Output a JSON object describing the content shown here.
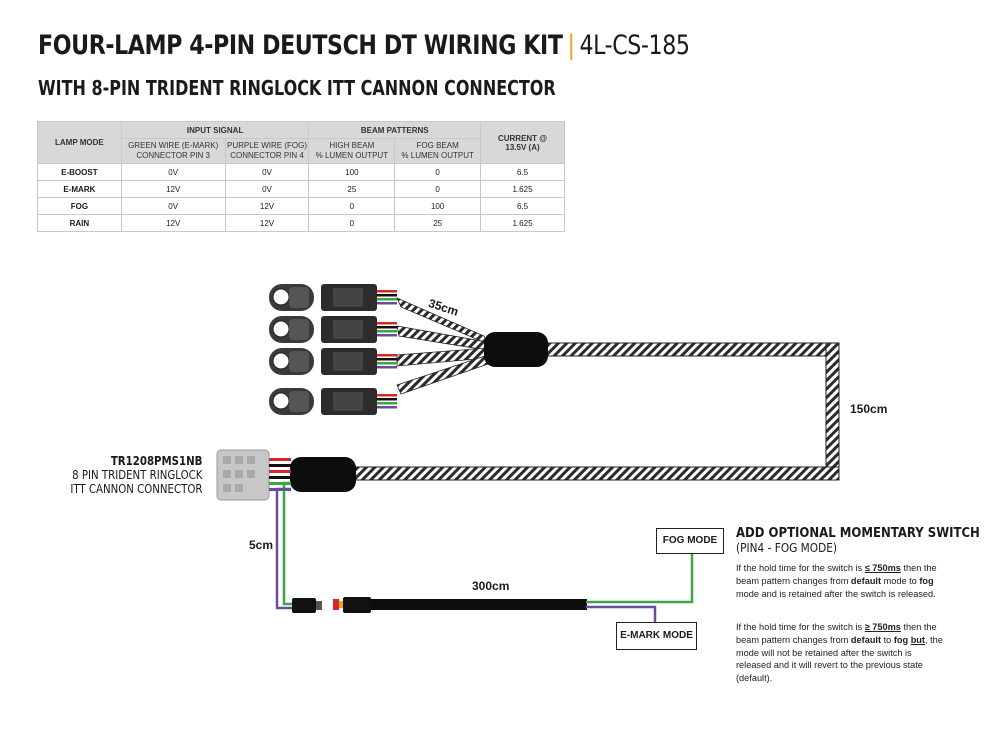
{
  "header": {
    "title_main": "FOUR-LAMP 4-PIN DEUTSCH DT WIRING KIT",
    "title_sep": "|",
    "title_code": "4L-CS-185",
    "subtitle": "WITH 8-PIN TRIDENT RINGLOCK ITT CANNON CONNECTOR"
  },
  "table": {
    "group_headers": [
      "LAMP MODE",
      "INPUT SIGNAL",
      "BEAM PATTERNS",
      "CURRENT @ 13.5V (A)"
    ],
    "sub_headers": {
      "green": [
        "GREEN WIRE (E-MARK)",
        "CONNECTOR PIN 3"
      ],
      "purple": [
        "PURPLE WIRE (FOG)",
        "CONNECTOR PIN 4"
      ],
      "high": [
        "HIGH BEAM",
        "% LUMEN OUTPUT"
      ],
      "fog": [
        "FOG BEAM",
        "% LUMEN OUTPUT"
      ]
    },
    "rows": [
      {
        "mode": "E-BOOST",
        "green": "0V",
        "purple": "0V",
        "high": "100",
        "fog": "0",
        "current": "6.5"
      },
      {
        "mode": "E-MARK",
        "green": "12V",
        "purple": "0V",
        "high": "25",
        "fog": "0",
        "current": "1.625"
      },
      {
        "mode": "FOG",
        "green": "0V",
        "purple": "12V",
        "high": "0",
        "fog": "100",
        "current": "6.5"
      },
      {
        "mode": "RAIN",
        "green": "12V",
        "purple": "12V",
        "high": "0",
        "fog": "25",
        "current": "1.625"
      }
    ]
  },
  "diagram": {
    "len_lamp_leads": "35cm",
    "len_main": "150cm",
    "len_tail": "5cm",
    "len_switch": "300cm",
    "connector_part": "TR1208PMS1NB",
    "connector_desc_1": "8 PIN TRIDENT RINGLOCK",
    "connector_desc_2": "ITT CANNON CONNECTOR",
    "fog_mode_label": "FOG MODE",
    "emark_mode_label": "E-MARK MODE",
    "wire_colors": {
      "green": "#3aa645",
      "purple": "#6a4c9c",
      "red": "#d62828",
      "black": "#111111",
      "accent": "#f0a21c"
    }
  },
  "switch_note": {
    "heading": "ADD OPTIONAL MOMENTARY SWITCH",
    "subheading": "(PIN4 - FOG MODE)",
    "para1": {
      "a": "If the hold time for the switch is ",
      "b": "≤ 750ms",
      "c": " then the beam pattern changes from ",
      "d": "default",
      "e": " mode to ",
      "f": "fog",
      "g": " mode and is retained after the switch is released."
    },
    "para2": {
      "a": "If the hold time for the switch is ",
      "b": "≥ 750ms",
      "c": " then the beam pattern changes from ",
      "d": "default",
      "e": " to ",
      "f": "fog",
      "g": " ",
      "h": "but",
      "i": ", the mode will not be retained after the switch is released and it will revert to the previous state (default)."
    }
  }
}
